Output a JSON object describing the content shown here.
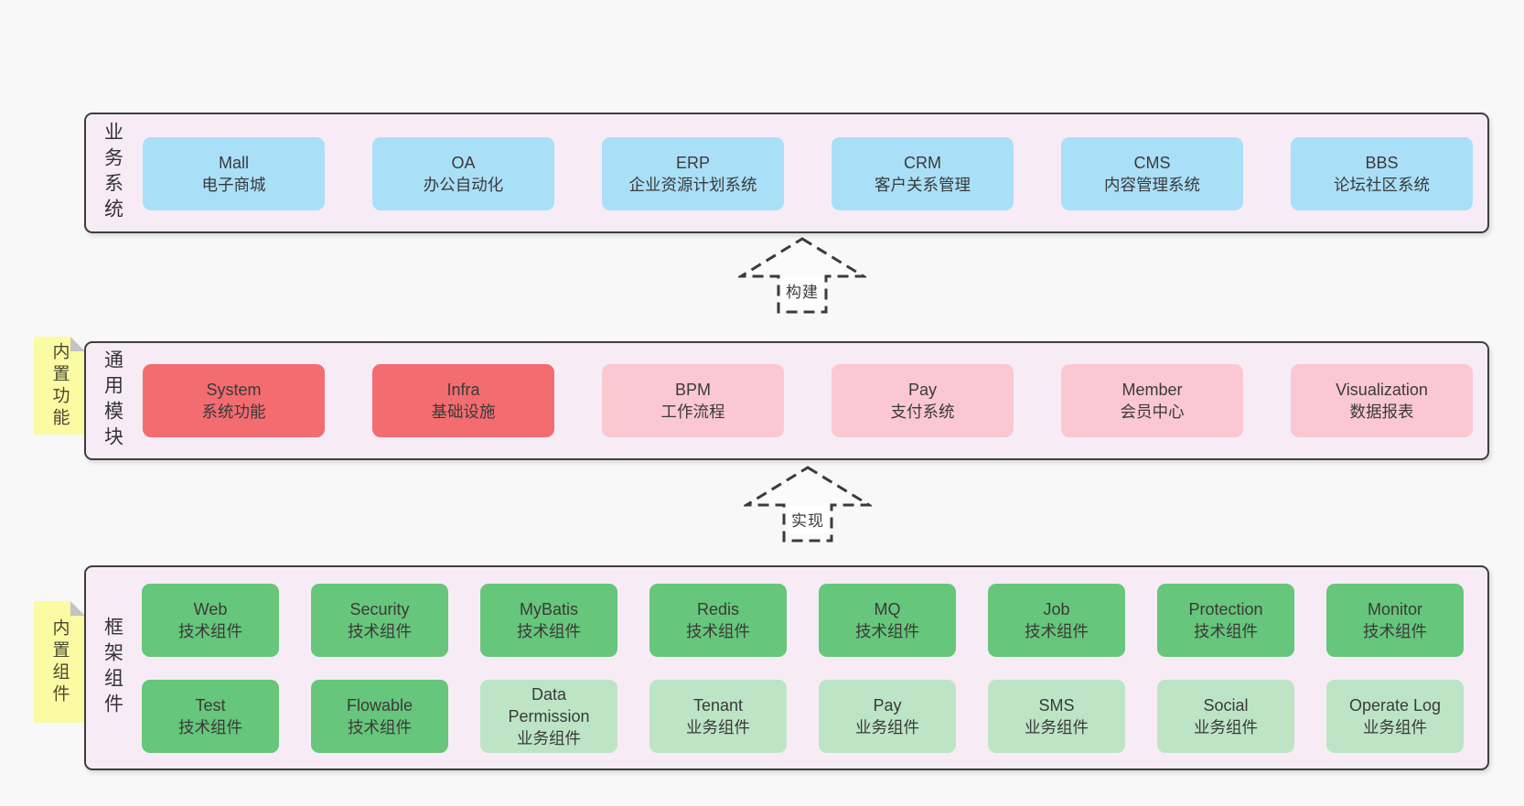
{
  "colors": {
    "page_bg": "#f8f8f8",
    "panel_bg": "#f7ecf6",
    "panel_border": "#3e3e3e",
    "blue_box": "#aadff8",
    "red_box": "#f26c70",
    "pink_box": "#fbc8d2",
    "green_box": "#66c67b",
    "light_green_box": "#bde5c5",
    "tag_yellow": "#fafba3",
    "text": "#3a3a3a"
  },
  "arrows": [
    {
      "label": "构建"
    },
    {
      "label": "实现"
    }
  ],
  "panels": [
    {
      "label": "业务系统",
      "boxes": [
        {
          "title": "Mall",
          "subtitle": "电子商城",
          "color": "blue"
        },
        {
          "title": "OA",
          "subtitle": "办公自动化",
          "color": "blue"
        },
        {
          "title": "ERP",
          "subtitle": "企业资源计划系统",
          "color": "blue"
        },
        {
          "title": "CRM",
          "subtitle": "客户关系管理",
          "color": "blue"
        },
        {
          "title": "CMS",
          "subtitle": "内容管理系统",
          "color": "blue"
        },
        {
          "title": "BBS",
          "subtitle": "论坛社区系统",
          "color": "blue"
        }
      ]
    },
    {
      "label": "通用模块",
      "tag": "内置功能",
      "boxes": [
        {
          "title": "System",
          "subtitle": "系统功能",
          "color": "red"
        },
        {
          "title": "Infra",
          "subtitle": "基础设施",
          "color": "red"
        },
        {
          "title": "BPM",
          "subtitle": "工作流程",
          "color": "pink"
        },
        {
          "title": "Pay",
          "subtitle": "支付系统",
          "color": "pink"
        },
        {
          "title": "Member",
          "subtitle": "会员中心",
          "color": "pink"
        },
        {
          "title": "Visualization",
          "subtitle": "数据报表",
          "color": "pink"
        }
      ]
    },
    {
      "label": "框架组件",
      "tag": "内置组件",
      "rows": [
        {
          "boxes": [
            {
              "title": "Web",
              "subtitle": "技术组件",
              "color": "green"
            },
            {
              "title": "Security",
              "subtitle": "技术组件",
              "color": "green"
            },
            {
              "title": "MyBatis",
              "subtitle": "技术组件",
              "color": "green"
            },
            {
              "title": "Redis",
              "subtitle": "技术组件",
              "color": "green"
            },
            {
              "title": "MQ",
              "subtitle": "技术组件",
              "color": "green"
            },
            {
              "title": "Job",
              "subtitle": "技术组件",
              "color": "green"
            },
            {
              "title": "Protection",
              "subtitle": "技术组件",
              "color": "green"
            },
            {
              "title": "Monitor",
              "subtitle": "技术组件",
              "color": "green"
            }
          ]
        },
        {
          "boxes": [
            {
              "title": "Test",
              "subtitle": "技术组件",
              "color": "green"
            },
            {
              "title": "Flowable",
              "subtitle": "技术组件",
              "color": "green"
            },
            {
              "title": "Data Permission",
              "subtitle": "业务组件",
              "color": "light-green"
            },
            {
              "title": "Tenant",
              "subtitle": "业务组件",
              "color": "light-green"
            },
            {
              "title": "Pay",
              "subtitle": "业务组件",
              "color": "light-green"
            },
            {
              "title": "SMS",
              "subtitle": "业务组件",
              "color": "light-green"
            },
            {
              "title": "Social",
              "subtitle": "业务组件",
              "color": "light-green"
            },
            {
              "title": "Operate Log",
              "subtitle": "业务组件",
              "color": "light-green"
            }
          ]
        }
      ]
    }
  ]
}
